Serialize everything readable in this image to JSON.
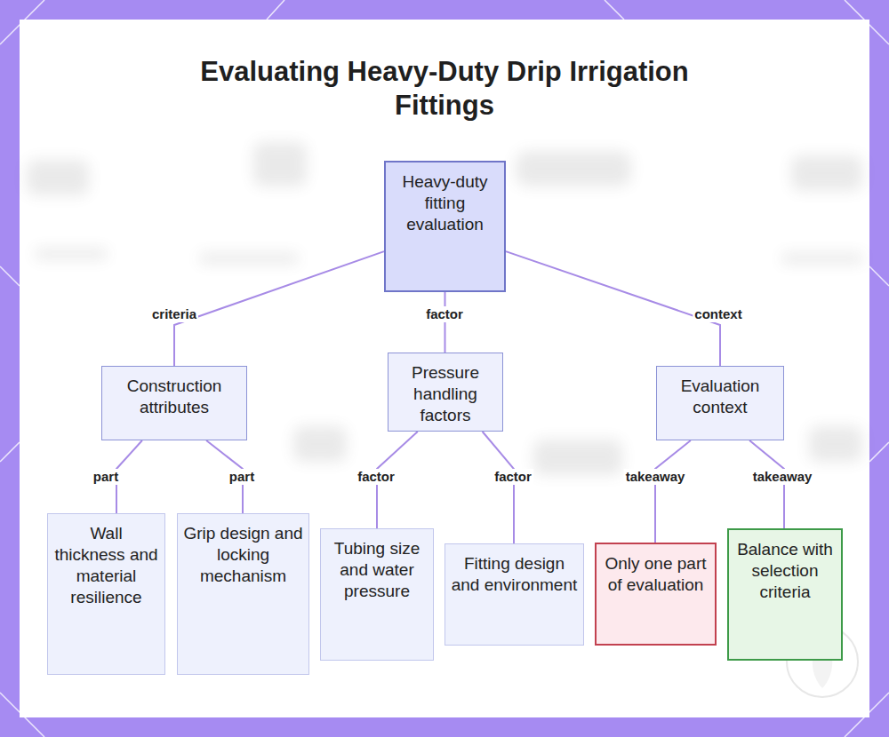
{
  "diagram": {
    "title": "Evaluating Heavy-Duty Drip Irrigation Fittings",
    "nodes": [
      {
        "text": [
          "Heavy-duty fitting evaluation"
        ]
      },
      {
        "text": [
          "Construction attributes"
        ]
      },
      {
        "text": [
          "Pressure handling factors"
        ]
      },
      {
        "text": [
          "Evaluation context"
        ]
      },
      {
        "text": [
          "Wall thickness and material resilience"
        ]
      },
      {
        "text": [
          "Grip design and locking mechanism"
        ]
      },
      {
        "text": [
          "Tubing size and water pressure"
        ]
      },
      {
        "text": [
          "Fitting design and environment"
        ]
      },
      {
        "text": [
          "Only one part of evaluation"
        ]
      },
      {
        "text": [
          "Balance with selection criteria"
        ]
      }
    ],
    "edges": [
      {
        "from": 0,
        "to": 1,
        "label": "criteria",
        "arrow": "none"
      },
      {
        "from": 0,
        "to": 2,
        "label": "factor",
        "arrow": "none"
      },
      {
        "from": 0,
        "to": 3,
        "label": "context",
        "arrow": "none"
      },
      {
        "from": 1,
        "to": 4,
        "label": "part",
        "arrow": "none"
      },
      {
        "from": 1,
        "to": 5,
        "label": "part",
        "arrow": "none"
      },
      {
        "from": 2,
        "to": 6,
        "label": "factor",
        "arrow": "none"
      },
      {
        "from": 2,
        "to": 7,
        "label": "factor",
        "arrow": "none"
      },
      {
        "from": 3,
        "to": 8,
        "label": "takeaway",
        "arrow": "none"
      },
      {
        "from": 3,
        "to": 9,
        "label": "takeaway",
        "arrow": "none"
      }
    ]
  }
}
